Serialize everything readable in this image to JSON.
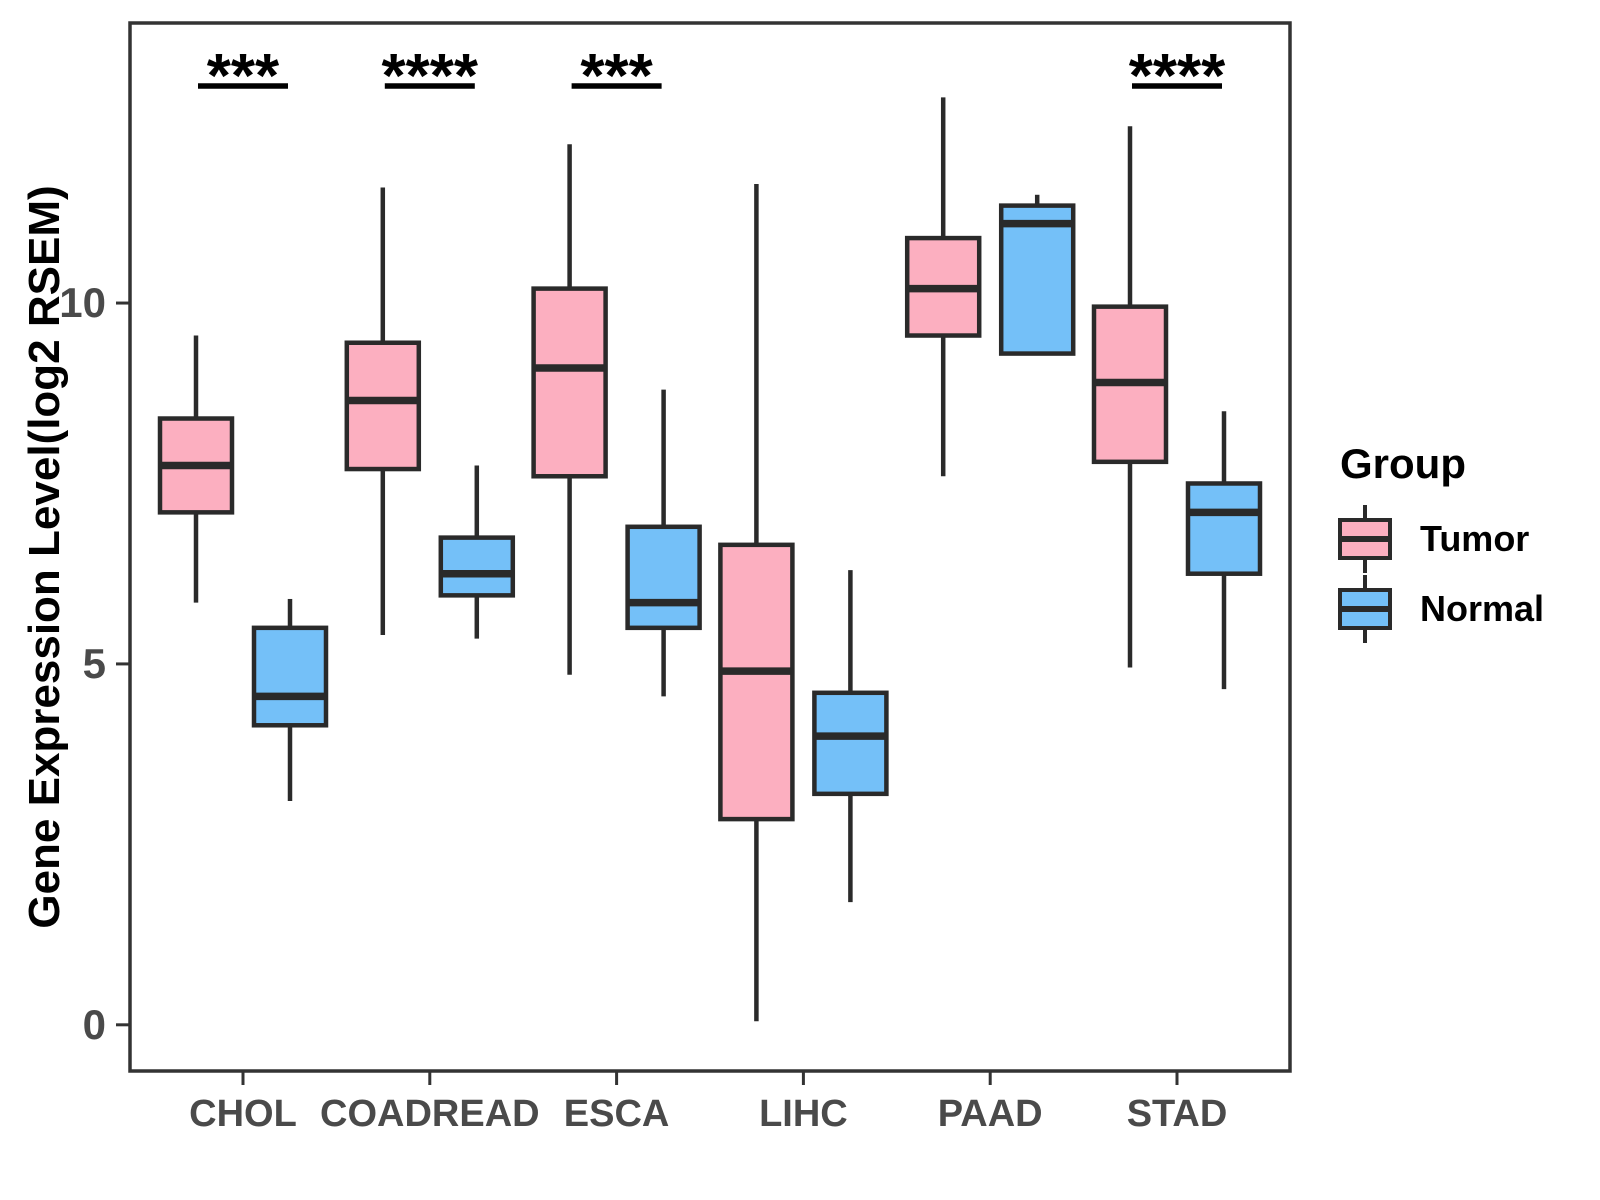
{
  "chart_data": {
    "type": "grouped_boxplot",
    "title": "",
    "xlabel": "",
    "ylabel": "Gene Expression Level(log2 RSEM)",
    "categories": [
      "CHOL",
      "COADREAD",
      "ESCA",
      "LIHC",
      "PAAD",
      "STAD"
    ],
    "yticks": [
      0,
      5,
      10
    ],
    "ylim": [
      -0.64,
      13.88
    ],
    "grid": false,
    "legend": {
      "title": "Group",
      "position": "right-center",
      "entries": [
        {
          "label": "Tumor",
          "color": "#FCAFC0"
        },
        {
          "label": "Normal",
          "color": "#74C0F8"
        }
      ]
    },
    "series": [
      {
        "name": "Tumor",
        "color": "#FCAFC0",
        "boxes": [
          {
            "category": "CHOL",
            "whisker_low": 5.85,
            "q1": 7.1,
            "median": 7.75,
            "q3": 8.4,
            "whisker_high": 9.55
          },
          {
            "category": "COADREAD",
            "whisker_low": 5.4,
            "q1": 7.7,
            "median": 8.65,
            "q3": 9.45,
            "whisker_high": 11.6
          },
          {
            "category": "ESCA",
            "whisker_low": 4.85,
            "q1": 7.6,
            "median": 9.1,
            "q3": 10.2,
            "whisker_high": 12.2
          },
          {
            "category": "LIHC",
            "whisker_low": 0.05,
            "q1": 2.85,
            "median": 4.9,
            "q3": 6.65,
            "whisker_high": 11.65
          },
          {
            "category": "PAAD",
            "whisker_low": 7.6,
            "q1": 9.55,
            "median": 10.2,
            "q3": 10.9,
            "whisker_high": 12.85
          },
          {
            "category": "STAD",
            "whisker_low": 4.95,
            "q1": 7.8,
            "median": 8.9,
            "q3": 9.95,
            "whisker_high": 12.45
          }
        ]
      },
      {
        "name": "Normal",
        "color": "#74C0F8",
        "boxes": [
          {
            "category": "CHOL",
            "whisker_low": 3.1,
            "q1": 4.15,
            "median": 4.55,
            "q3": 5.5,
            "whisker_high": 5.9
          },
          {
            "category": "COADREAD",
            "whisker_low": 5.35,
            "q1": 5.95,
            "median": 6.25,
            "q3": 6.75,
            "whisker_high": 7.75
          },
          {
            "category": "ESCA",
            "whisker_low": 4.55,
            "q1": 5.5,
            "median": 5.85,
            "q3": 6.9,
            "whisker_high": 8.8
          },
          {
            "category": "LIHC",
            "whisker_low": 1.7,
            "q1": 3.2,
            "median": 4.0,
            "q3": 4.6,
            "whisker_high": 6.3
          },
          {
            "category": "PAAD",
            "whisker_low": 9.3,
            "q1": 9.3,
            "median": 11.1,
            "q3": 11.35,
            "whisker_high": 11.5
          },
          {
            "category": "STAD",
            "whisker_low": 4.65,
            "q1": 6.25,
            "median": 7.1,
            "q3": 7.5,
            "whisker_high": 8.5
          }
        ]
      }
    ],
    "annotations": [
      {
        "category": "CHOL",
        "label": "***"
      },
      {
        "category": "COADREAD",
        "label": "****"
      },
      {
        "category": "ESCA",
        "label": "***"
      },
      {
        "category": "STAD",
        "label": "****"
      }
    ],
    "colors": {
      "box_outline": "#2A2A2A",
      "median_line": "#2A2A2A",
      "axis_frame": "#333333",
      "tick_text": "#4A4A4A",
      "label_text": "#000000",
      "background": "#FFFFFF"
    }
  }
}
